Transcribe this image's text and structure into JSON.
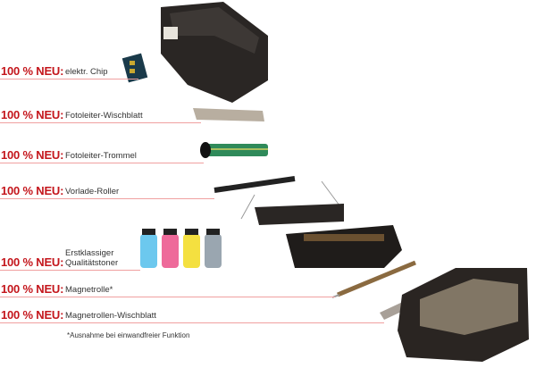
{
  "prefix": "100 % NEU:",
  "items": [
    {
      "label": "elektr. Chip"
    },
    {
      "label": "Fotoleiter-Wischblatt"
    },
    {
      "label": "Fotoleiter-Trommel"
    },
    {
      "label": "Vorlade-Roller"
    },
    {
      "label_line1": "Erstklassiger",
      "label_line2": "Qualitätstoner"
    },
    {
      "label": "Magnetrolle*"
    },
    {
      "label": "Magnetrollen-Wischblatt"
    }
  ],
  "footnote": "*Ausnahme bei einwandfreier Funktion",
  "colors": {
    "accent": "#c4161c",
    "line": "#f0a0a0"
  }
}
